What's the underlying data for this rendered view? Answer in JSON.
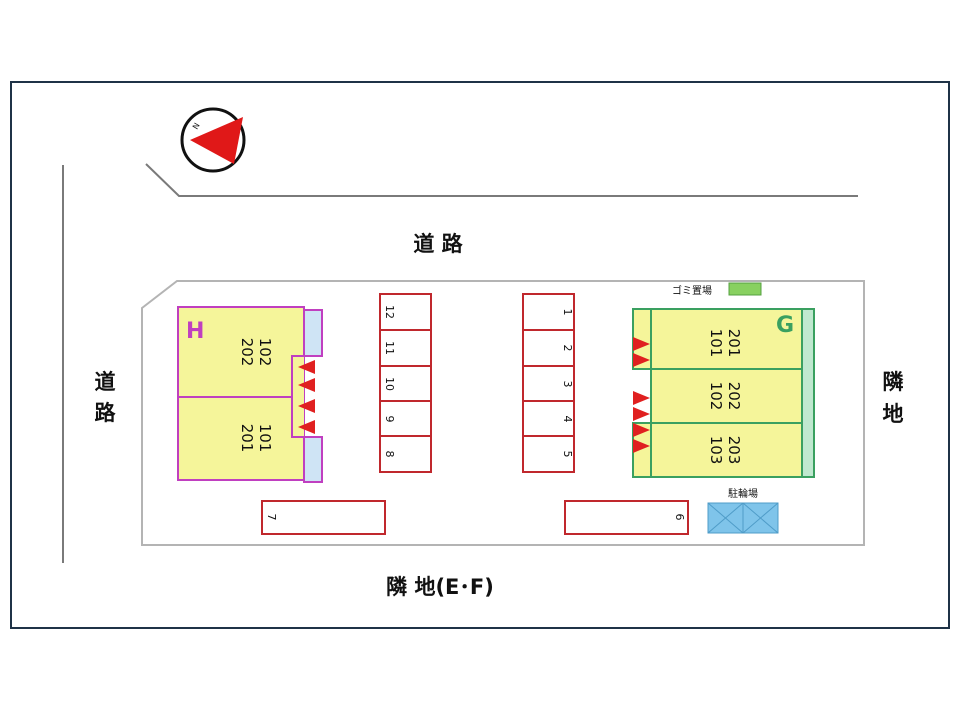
{
  "labels": {
    "road_top": "道 路",
    "road_left_1": "道",
    "road_left_2": "路",
    "neighbor_right_1": "隣",
    "neighbor_right_2": "地",
    "neighbor_bottom": "隣 地(E･F)",
    "garbage": "ゴミ置場",
    "bicycle": "駐輪場"
  },
  "building_h": {
    "letter": "H",
    "upper": [
      "202",
      "102"
    ],
    "lower": [
      "201",
      "101"
    ]
  },
  "building_g": {
    "letter": "G",
    "rows": [
      [
        "201",
        "101"
      ],
      [
        "202",
        "102"
      ],
      [
        "203",
        "103"
      ]
    ]
  },
  "parking": {
    "left_column": [
      "12",
      "11",
      "10",
      "9",
      "8"
    ],
    "right_column": [
      "1",
      "2",
      "3",
      "4",
      "5"
    ],
    "bottom_left": "7",
    "bottom_right": "6"
  },
  "colors": {
    "frame": "#1f3347",
    "lot_outline": "#b4b4b4",
    "parking_outline": "#c0282d",
    "building_fill": "#f5f59a",
    "building_h_border": "#c03fc0",
    "building_g_border": "#3aa060",
    "entrance_arrow": "#e02020",
    "stair_fill": "#cfe4f5",
    "garbage_fill": "#88d060",
    "bicycle_fill": "#7fc4ea",
    "compass_needle": "#e01818"
  }
}
